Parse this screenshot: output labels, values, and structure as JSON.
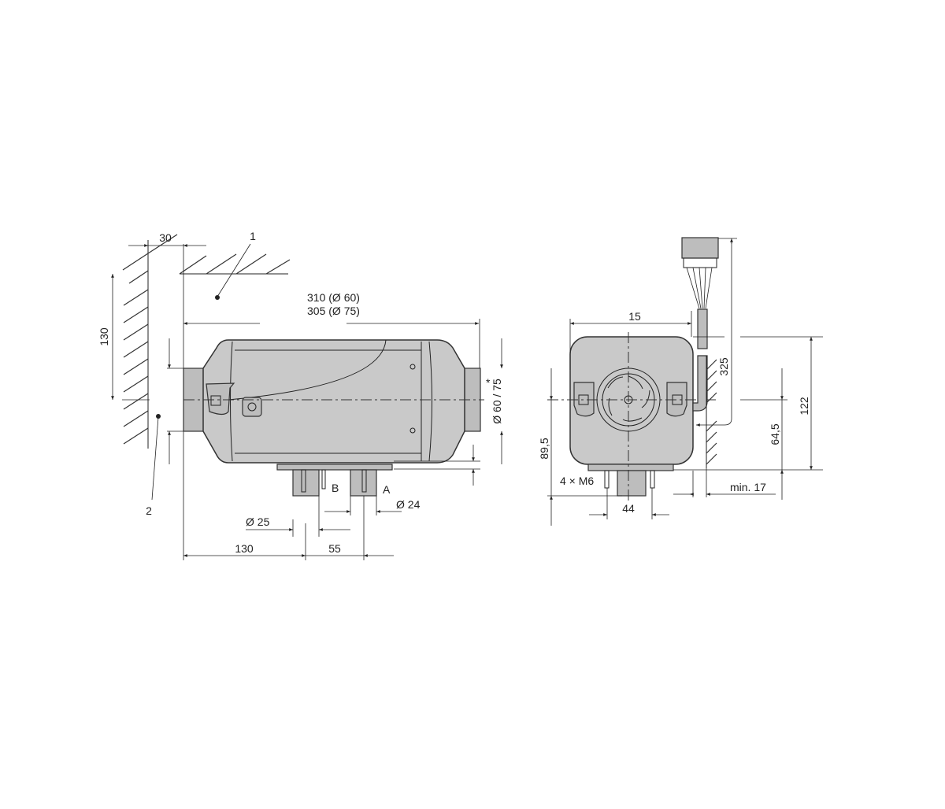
{
  "side_view": {
    "callout_1": "1",
    "callout_2": "2",
    "dim_wall_gap": "30",
    "dim_wall_height": "130",
    "dim_length_line1": "310 (Ø 60)",
    "dim_length_line2": "305 (Ø 75)",
    "dim_duct_diameter": "Ø 60 / 75",
    "asterisk": "*",
    "port_b": "B",
    "port_a": "A",
    "dim_port_b_diameter": "Ø 25",
    "dim_port_a_diameter": "Ø 24",
    "dim_to_port_b": "130",
    "dim_port_spacing": "55"
  },
  "end_view": {
    "dim_width": "15",
    "dim_cable": "325",
    "dim_height": "122",
    "dim_center_height": "64,5",
    "dim_stud_depth": "89,5",
    "studs": "4 × M6",
    "dim_stud_spacing": "44",
    "dim_min_clearance": "min. 17"
  }
}
